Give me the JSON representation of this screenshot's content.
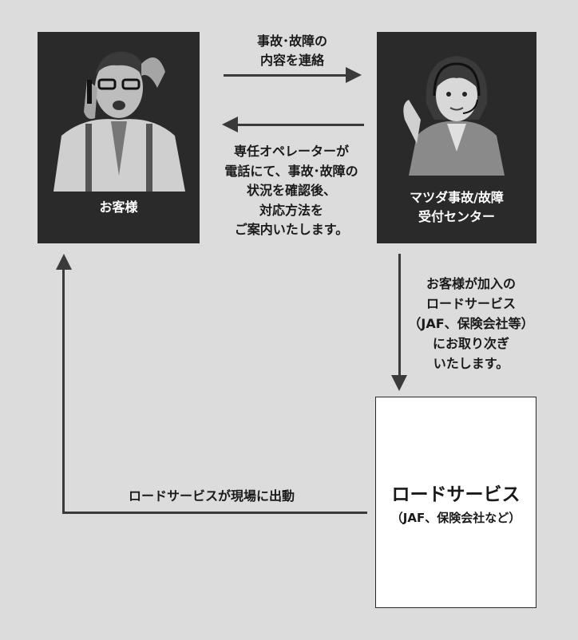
{
  "customer_box": {
    "label": "お客様",
    "image": "distressed-man-on-phone"
  },
  "center_box": {
    "label_lines": [
      "マツダ事故/故障",
      "受付センター"
    ],
    "image": "operator-with-headset"
  },
  "arrow_report": {
    "lines": [
      "事故･故障の",
      "内容を連絡"
    ]
  },
  "arrow_operator": {
    "lines": [
      "専任オペレーターが",
      "電話にて、事故･故障の",
      "状況を確認後、",
      "対応方法を",
      "ご案内いたします。"
    ]
  },
  "arrow_handoff": {
    "lines": [
      "お客様が加入の",
      "ロードサービス",
      "（JAF、保険会社等）",
      "にお取り次ぎ",
      "いたします。"
    ]
  },
  "road_box": {
    "title": "ロードサービス",
    "subtitle": "（JAF、保険会社など）"
  },
  "arrow_dispatch": {
    "label": "ロードサービスが現場に出動"
  }
}
